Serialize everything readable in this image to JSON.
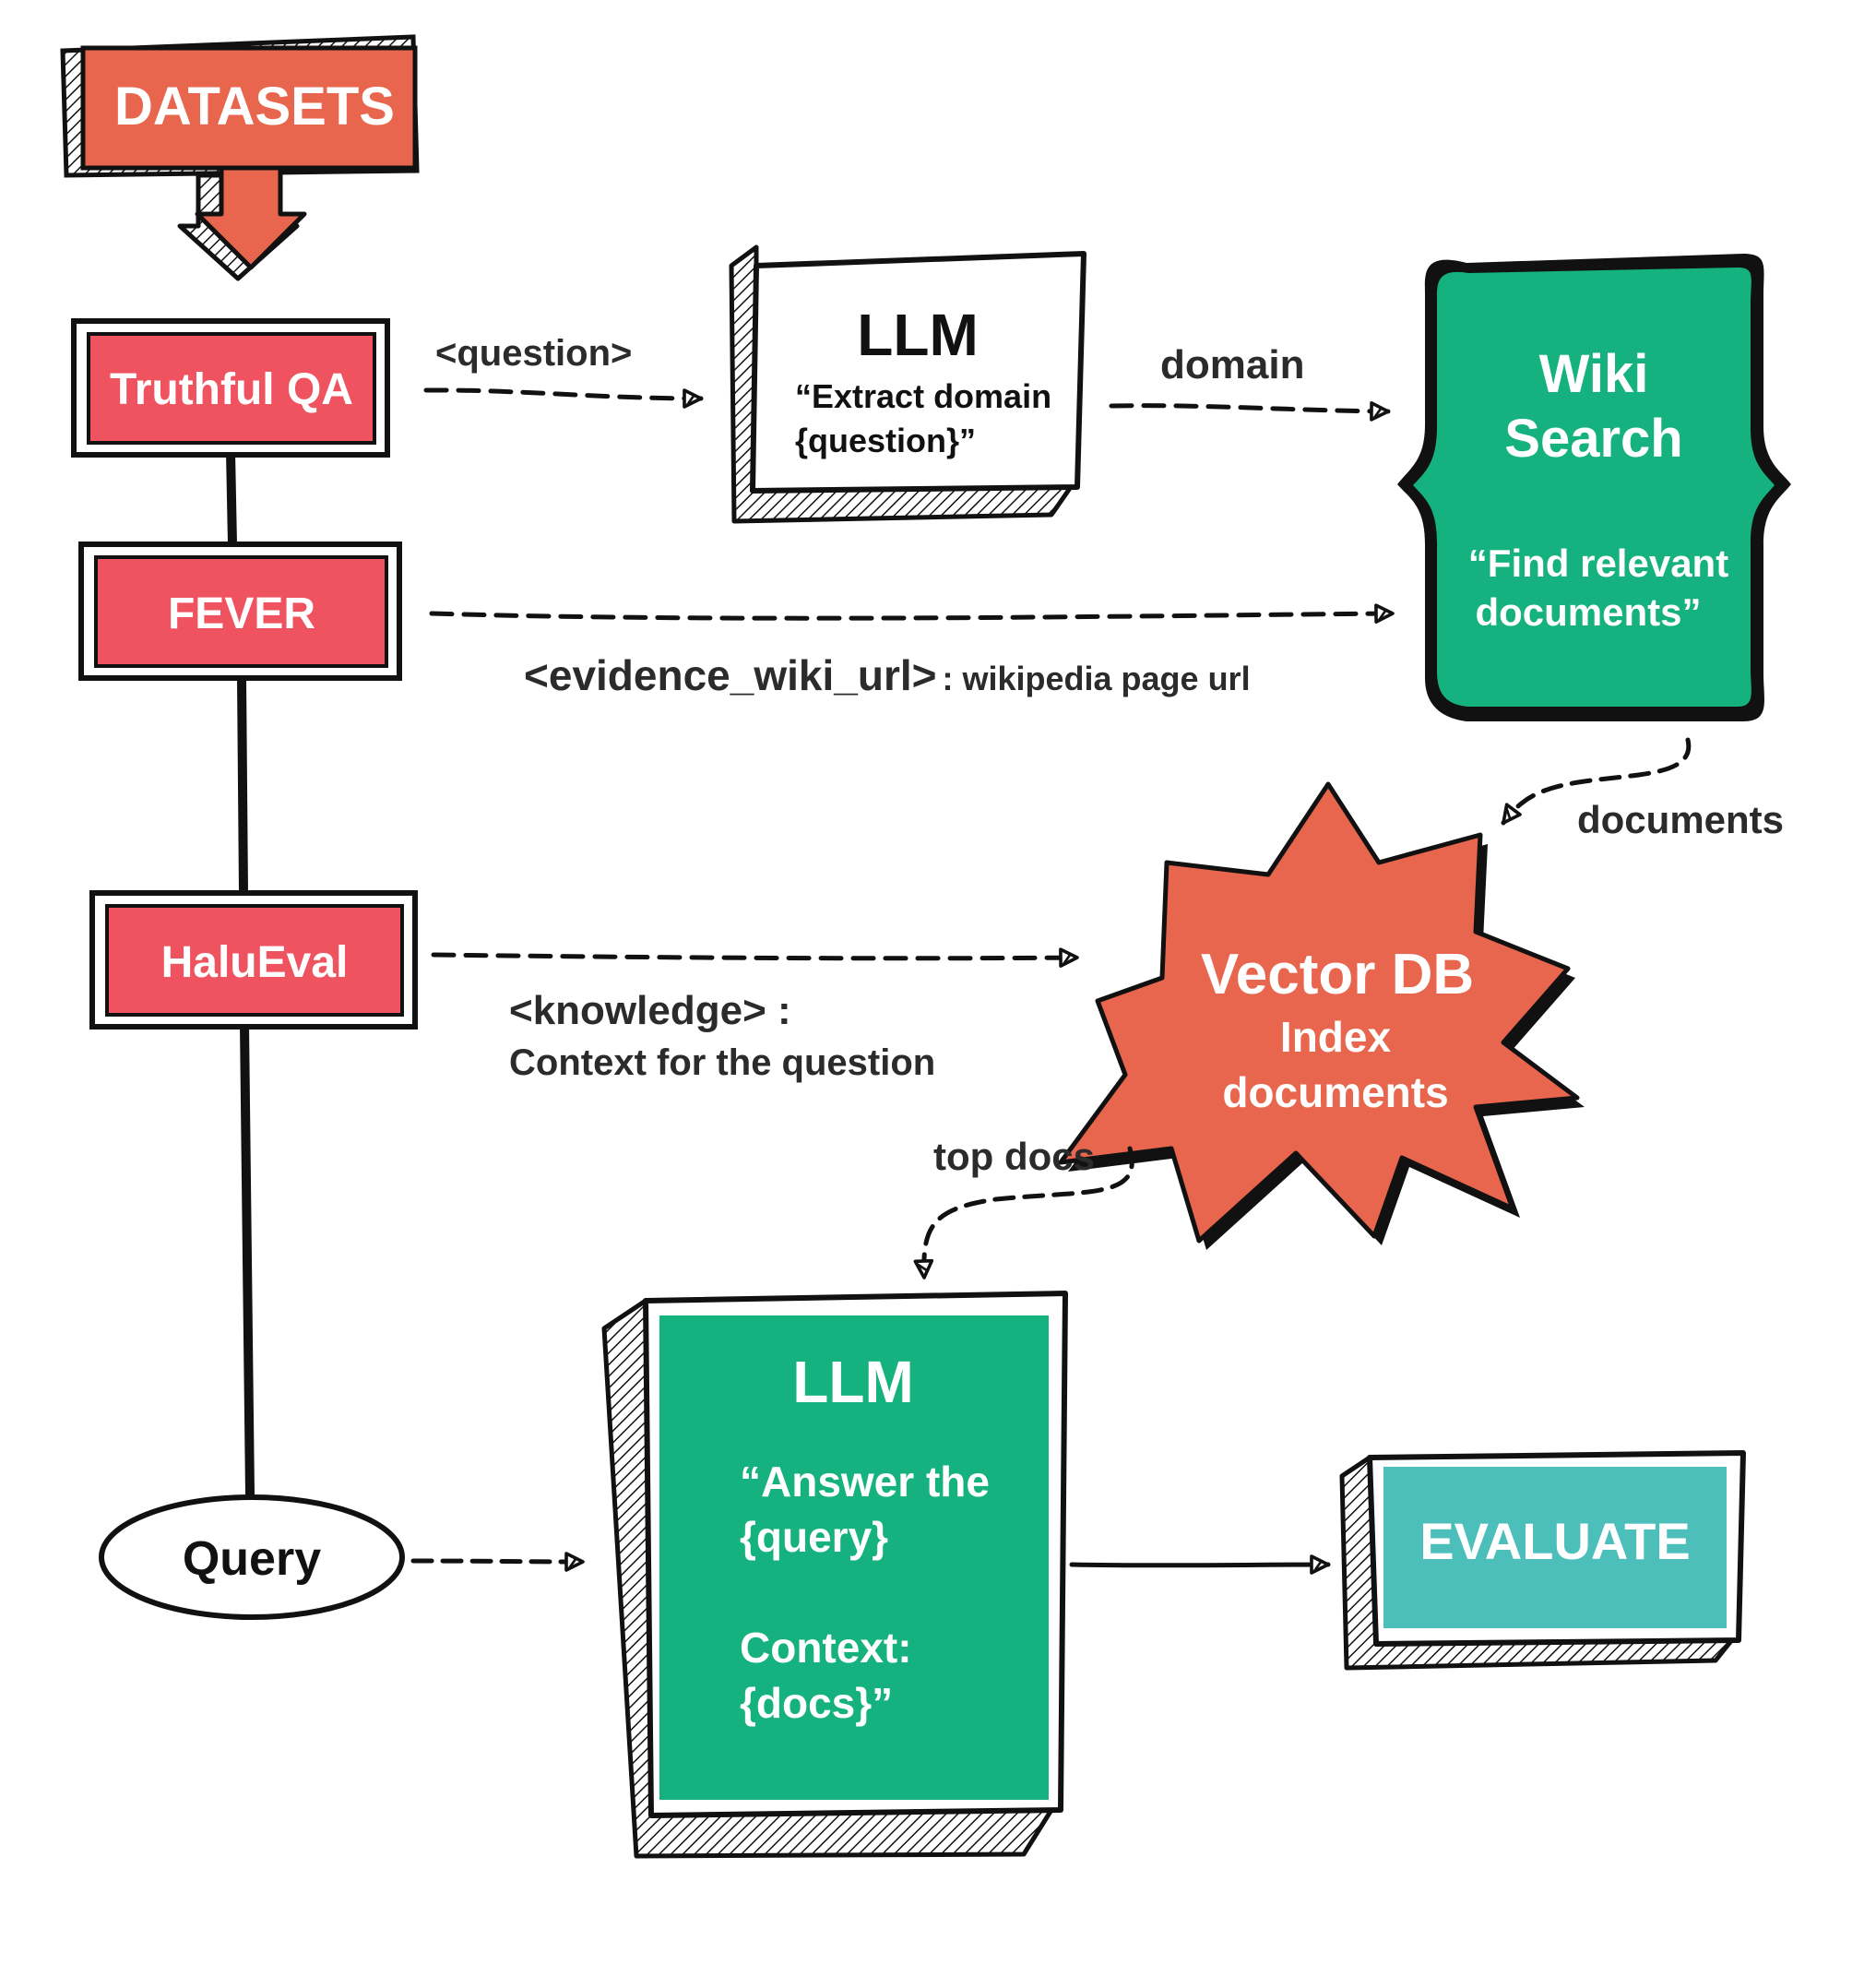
{
  "colors": {
    "dataset_red": "#ef5360",
    "datasets_orange": "#e8664e",
    "vector_orange": "#e8664e",
    "green": "#15b27f",
    "teal": "#4cbfbb",
    "outline": "#111111",
    "label_text": "#2b2b2b"
  },
  "nodes": {
    "datasets": "DATASETS",
    "truthful_qa": "Truthful QA",
    "fever": "FEVER",
    "halueval": "HaluEval",
    "query": "Query",
    "llm_top": {
      "title": "LLM",
      "prompt_line1": "“Extract domain",
      "prompt_line2": "{question}”"
    },
    "wiki_search": {
      "title_line1": "Wiki",
      "title_line2": "Search",
      "desc_line1": "“Find relevant",
      "desc_line2": "documents”"
    },
    "vector_db": {
      "title": "Vector DB",
      "desc_line1": "Index",
      "desc_line2": "documents"
    },
    "llm_bottom": {
      "title": "LLM",
      "line1": "“Answer the",
      "line2": "{query}",
      "line3": "Context:",
      "line4": "{docs}”"
    },
    "evaluate": "EVALUATE"
  },
  "edges": {
    "question": "<question>",
    "domain": "domain",
    "evidence_key": "<evidence_wiki_url>",
    "evidence_desc": ": wikipedia page url",
    "documents": "documents",
    "knowledge_key": "<knowledge> :",
    "knowledge_desc": "Context for the question",
    "top_docs": "top docs"
  }
}
